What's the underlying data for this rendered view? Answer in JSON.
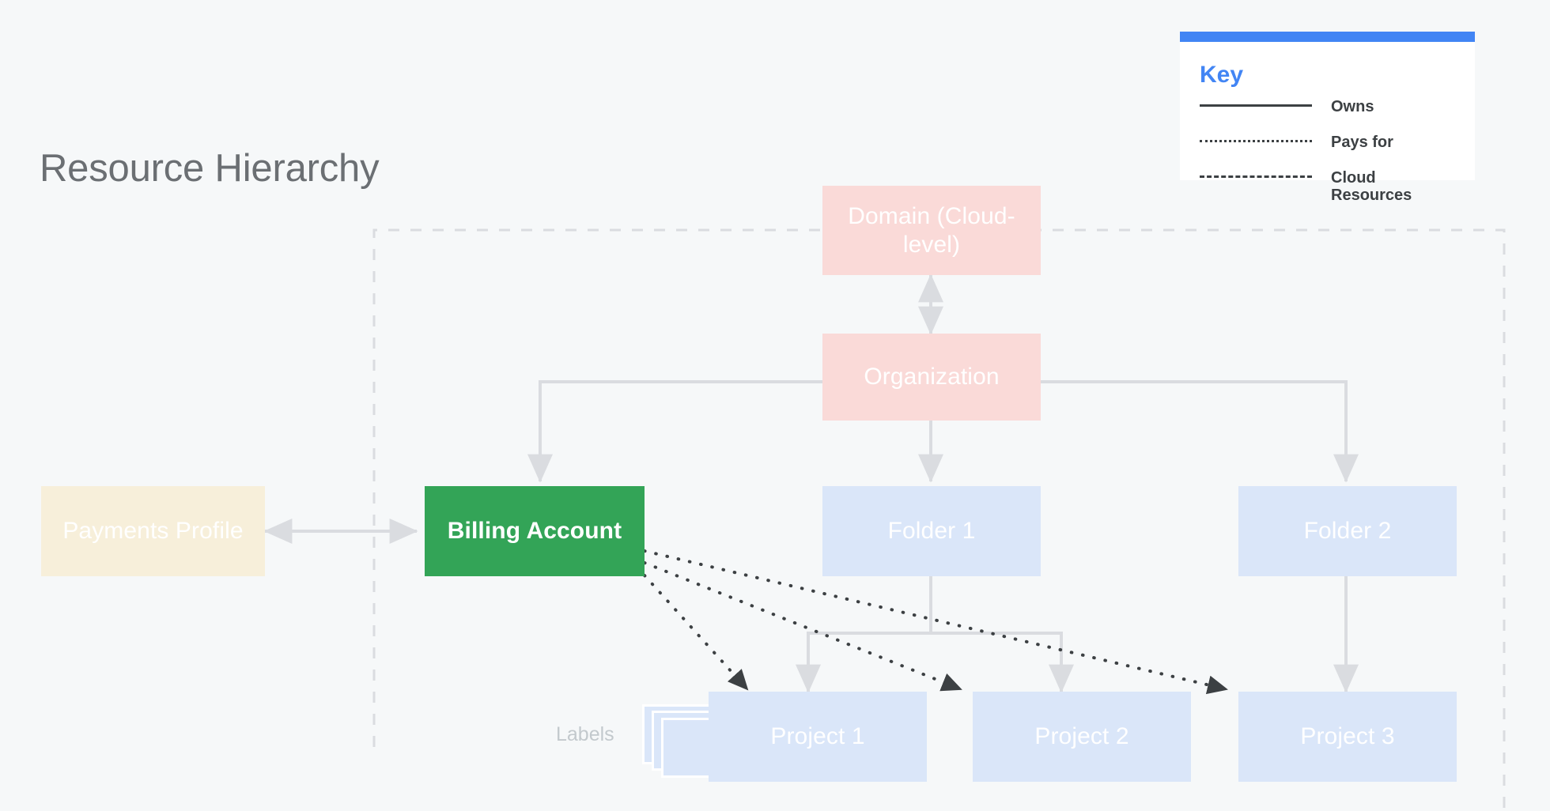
{
  "page": {
    "title": "Resource Hierarchy",
    "background_color": "#f6f8f9"
  },
  "key": {
    "title": "Key",
    "accent_color": "#4285f4",
    "rows": [
      {
        "style": "solid",
        "label": "Owns"
      },
      {
        "style": "dotted",
        "label": "Pays for"
      },
      {
        "style": "dashed",
        "label": "Cloud Resources"
      }
    ]
  },
  "labels_annotation": "Labels",
  "nodes": {
    "domain": {
      "label": "Domain (Cloud-level)",
      "color": "#fadad8"
    },
    "organization": {
      "label": "Organization",
      "color": "#fadad8"
    },
    "payments_profile": {
      "label": "Payments Profile",
      "color": "#f7efda"
    },
    "billing_account": {
      "label": "Billing Account",
      "color": "#33a457"
    },
    "folder_1": {
      "label": "Folder 1",
      "color": "#dae6f9"
    },
    "folder_2": {
      "label": "Folder 2",
      "color": "#dae6f9"
    },
    "project_1": {
      "label": "Project 1",
      "color": "#dae6f9"
    },
    "project_2": {
      "label": "Project 2",
      "color": "#dae6f9"
    },
    "project_3": {
      "label": "Project 3",
      "color": "#dae6f9"
    }
  },
  "edges": {
    "owns_color": "#dadce0",
    "pays_for_color": "#3c4043",
    "cloud_boundary_color": "#dadce0",
    "relationships": [
      {
        "from": "domain",
        "to": "organization",
        "type": "owns",
        "bidirectional": true
      },
      {
        "from": "organization",
        "to": "billing_account",
        "type": "owns"
      },
      {
        "from": "organization",
        "to": "folder_1",
        "type": "owns"
      },
      {
        "from": "organization",
        "to": "folder_2",
        "type": "owns"
      },
      {
        "from": "folder_1",
        "to": "project_1",
        "type": "owns"
      },
      {
        "from": "folder_1",
        "to": "project_2",
        "type": "owns"
      },
      {
        "from": "folder_2",
        "to": "project_3",
        "type": "owns"
      },
      {
        "from": "payments_profile",
        "to": "billing_account",
        "type": "owns",
        "bidirectional": true
      },
      {
        "from": "billing_account",
        "to": "project_1",
        "type": "pays_for"
      },
      {
        "from": "billing_account",
        "to": "project_2",
        "type": "pays_for"
      },
      {
        "from": "billing_account",
        "to": "project_3",
        "type": "pays_for"
      }
    ]
  }
}
